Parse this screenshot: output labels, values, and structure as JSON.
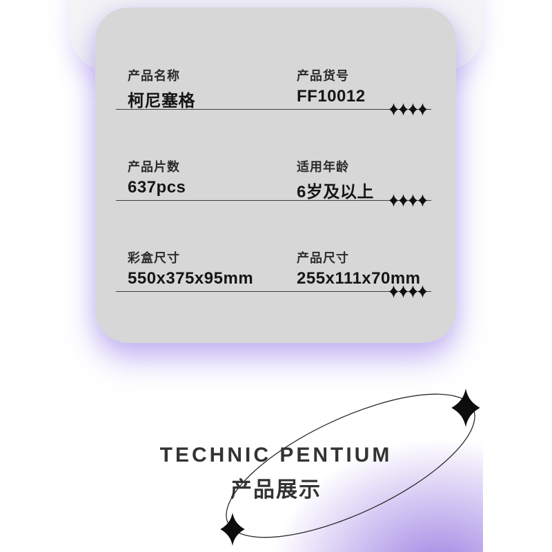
{
  "card": {
    "rows": [
      {
        "left": {
          "label": "产品名称",
          "value": "柯尼塞格"
        },
        "right": {
          "label": "产品货号",
          "value": "FF10012"
        }
      },
      {
        "left": {
          "label": "产品片数",
          "value": "637pcs"
        },
        "right": {
          "label": "适用年龄",
          "value": "6岁及以上"
        }
      },
      {
        "left": {
          "label": "彩盒尺寸",
          "value": "550x375x95mm"
        },
        "right": {
          "label": "产品尺寸",
          "value": "255x111x70mm"
        }
      }
    ]
  },
  "showcase": {
    "title_en": "TECHNIC PENTIUM",
    "title_cn": "产品展示"
  },
  "icons": {
    "row_decoration": "four-pointed-diamond-icon",
    "sparkles": "four-pointed-star-icon",
    "outline": "rotated-ellipse-outline"
  },
  "colors": {
    "page_background": "#ffffff",
    "card_background": "#d7d7d7",
    "tab_background": "#f4f4f6",
    "text": "#151515",
    "line": "#3c3c3c",
    "accent_glow": "#9a7ee2",
    "bottom_gradient": "#b099e6"
  }
}
